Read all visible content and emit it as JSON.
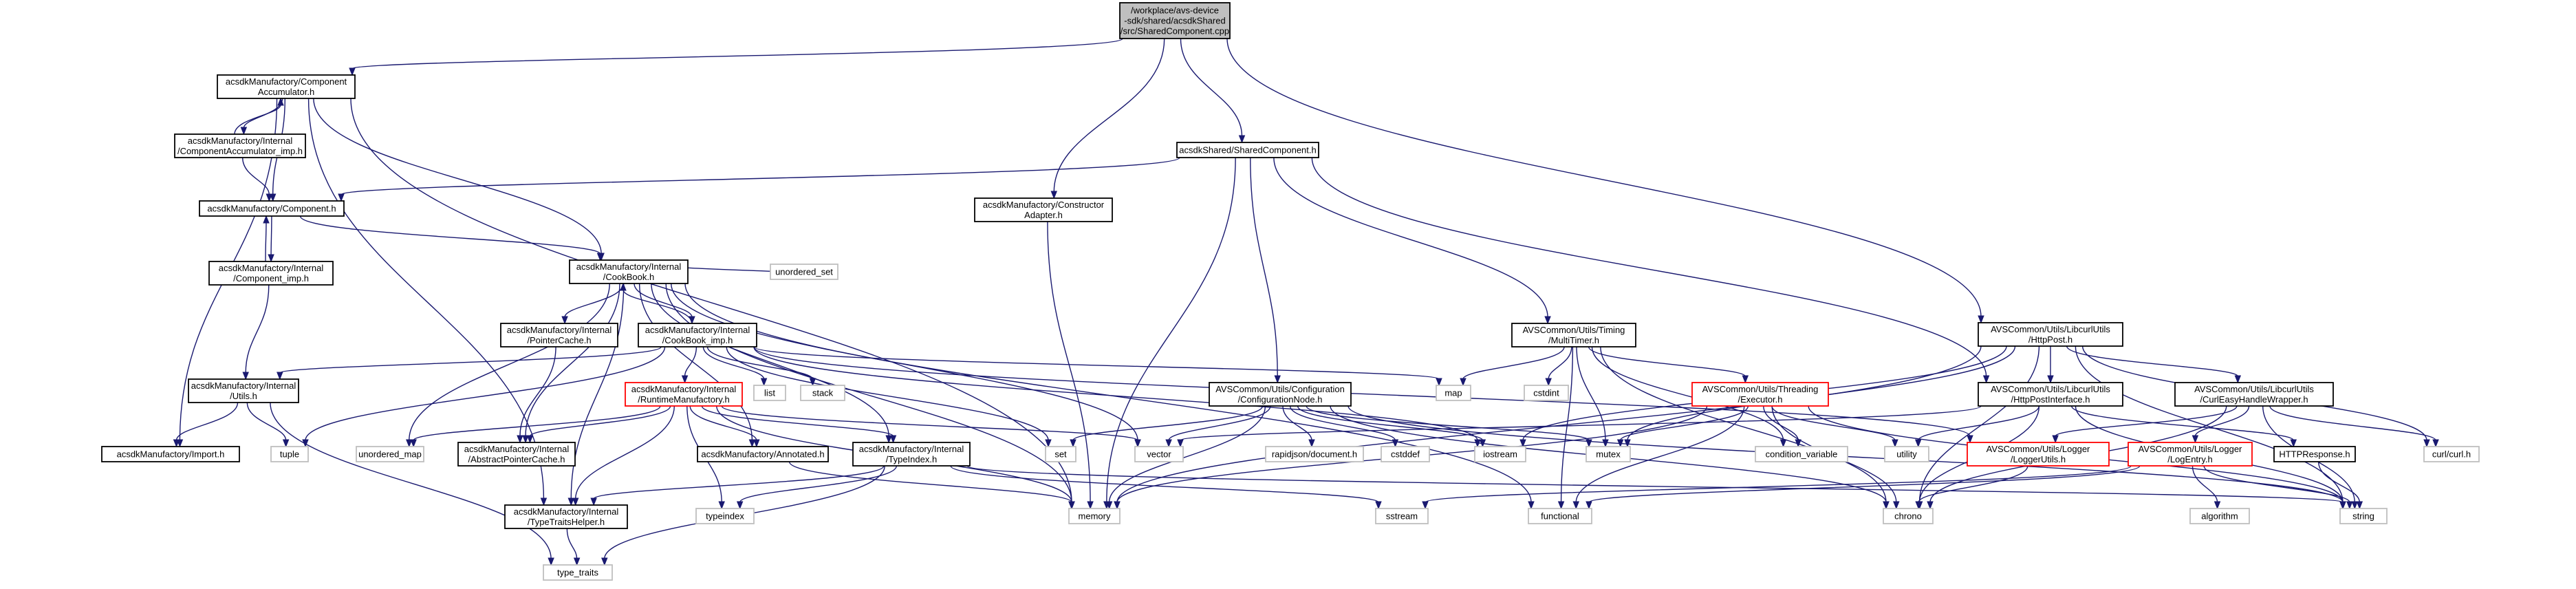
{
  "colors": {
    "edge": "#191970",
    "node_border": "#000000",
    "node_border_truncated": "#ff0000",
    "node_border_external": "#bfbfbf",
    "root_fill": "#bfbfbf",
    "node_fill": "#ffffff"
  },
  "nodes": [
    {
      "id": "root",
      "label": [
        "/workplace/avs-device",
        "-sdk/shared/acsdkShared",
        "/src/SharedComponent.cpp"
      ],
      "style": "root"
    },
    {
      "id": "compacc",
      "label": [
        "acsdkManufactory/Component",
        "Accumulator.h"
      ],
      "style": "normal"
    },
    {
      "id": "compacc_imp",
      "label": [
        "acsdkManufactory/Internal",
        "/ComponentAccumulator_imp.h"
      ],
      "style": "normal"
    },
    {
      "id": "comp",
      "label": [
        "acsdkManufactory/Component.h"
      ],
      "style": "normal"
    },
    {
      "id": "comp_imp",
      "label": [
        "acsdkManufactory/Internal",
        "/Component_imp.h"
      ],
      "style": "normal"
    },
    {
      "id": "utils",
      "label": [
        "acsdkManufactory/Internal",
        "/Utils.h"
      ],
      "style": "normal"
    },
    {
      "id": "import",
      "label": [
        "acsdkManufactory/Import.h"
      ],
      "style": "normal"
    },
    {
      "id": "cookbook",
      "label": [
        "acsdkManufactory/Internal",
        "/CookBook.h"
      ],
      "style": "normal"
    },
    {
      "id": "ptrcache",
      "label": [
        "acsdkManufactory/Internal",
        "/PointerCache.h"
      ],
      "style": "normal"
    },
    {
      "id": "cookbook_imp",
      "label": [
        "acsdkManufactory/Internal",
        "/CookBook_imp.h"
      ],
      "style": "normal"
    },
    {
      "id": "abscache",
      "label": [
        "acsdkManufactory/Internal",
        "/AbstractPointerCache.h"
      ],
      "style": "normal"
    },
    {
      "id": "runtime",
      "label": [
        "acsdkManufactory/Internal",
        "/RuntimeManufactory.h"
      ],
      "style": "truncated"
    },
    {
      "id": "annotated",
      "label": [
        "acsdkManufactory/Annotated.h"
      ],
      "style": "normal"
    },
    {
      "id": "typeindex_h",
      "label": [
        "acsdkManufactory/Internal",
        "/TypeIndex.h"
      ],
      "style": "normal"
    },
    {
      "id": "typetraits_h",
      "label": [
        "acsdkManufactory/Internal",
        "/TypeTraitsHelper.h"
      ],
      "style": "normal"
    },
    {
      "id": "ctoradapter",
      "label": [
        "acsdkManufactory/Constructor",
        "Adapter.h"
      ],
      "style": "normal"
    },
    {
      "id": "sharedcomp",
      "label": [
        "acsdkShared/SharedComponent.h"
      ],
      "style": "normal"
    },
    {
      "id": "confignode",
      "label": [
        "AVSCommon/Utils/Configuration",
        "/ConfigurationNode.h"
      ],
      "style": "normal"
    },
    {
      "id": "multitimer",
      "label": [
        "AVSCommon/Utils/Timing",
        "/MultiTimer.h"
      ],
      "style": "normal"
    },
    {
      "id": "executor",
      "label": [
        "AVSCommon/Utils/Threading",
        "/Executor.h"
      ],
      "style": "truncated"
    },
    {
      "id": "httppost",
      "label": [
        "AVSCommon/Utils/LibcurlUtils",
        "/HttpPost.h"
      ],
      "style": "normal"
    },
    {
      "id": "httppostif",
      "label": [
        "AVSCommon/Utils/LibcurlUtils",
        "/HttpPostInterface.h"
      ],
      "style": "normal"
    },
    {
      "id": "curleasy",
      "label": [
        "AVSCommon/Utils/LibcurlUtils",
        "/CurlEasyHandleWrapper.h"
      ],
      "style": "normal"
    },
    {
      "id": "loggerutils",
      "label": [
        "AVSCommon/Utils/Logger",
        "/LoggerUtils.h"
      ],
      "style": "truncated"
    },
    {
      "id": "logentry",
      "label": [
        "AVSCommon/Utils/Logger",
        "/LogEntry.h"
      ],
      "style": "truncated"
    },
    {
      "id": "httpresponse",
      "label": [
        "HTTPResponse.h"
      ],
      "style": "normal"
    },
    {
      "id": "unordered_set",
      "label": [
        "unordered_set"
      ],
      "style": "external"
    },
    {
      "id": "list",
      "label": [
        "list"
      ],
      "style": "external"
    },
    {
      "id": "stack",
      "label": [
        "stack"
      ],
      "style": "external"
    },
    {
      "id": "map",
      "label": [
        "map"
      ],
      "style": "external"
    },
    {
      "id": "cstdint",
      "label": [
        "cstdint"
      ],
      "style": "external"
    },
    {
      "id": "tuple",
      "label": [
        "tuple"
      ],
      "style": "external"
    },
    {
      "id": "unordered_map",
      "label": [
        "unordered_map"
      ],
      "style": "external"
    },
    {
      "id": "set",
      "label": [
        "set"
      ],
      "style": "external"
    },
    {
      "id": "vector",
      "label": [
        "vector"
      ],
      "style": "external"
    },
    {
      "id": "rapidjson",
      "label": [
        "rapidjson/document.h"
      ],
      "style": "external"
    },
    {
      "id": "cstddef",
      "label": [
        "cstddef"
      ],
      "style": "external"
    },
    {
      "id": "iostream",
      "label": [
        "iostream"
      ],
      "style": "external"
    },
    {
      "id": "mutex",
      "label": [
        "mutex"
      ],
      "style": "external"
    },
    {
      "id": "condvar",
      "label": [
        "condition_variable"
      ],
      "style": "external"
    },
    {
      "id": "utility",
      "label": [
        "utility"
      ],
      "style": "external"
    },
    {
      "id": "curl",
      "label": [
        "curl/curl.h"
      ],
      "style": "external"
    },
    {
      "id": "typeindex",
      "label": [
        "typeindex"
      ],
      "style": "external"
    },
    {
      "id": "memory",
      "label": [
        "memory"
      ],
      "style": "external"
    },
    {
      "id": "sstream",
      "label": [
        "sstream"
      ],
      "style": "external"
    },
    {
      "id": "functional",
      "label": [
        "functional"
      ],
      "style": "external"
    },
    {
      "id": "chrono",
      "label": [
        "chrono"
      ],
      "style": "external"
    },
    {
      "id": "string",
      "label": [
        "string"
      ],
      "style": "external"
    },
    {
      "id": "algorithm",
      "label": [
        "algorithm"
      ],
      "style": "external"
    },
    {
      "id": "type_traits",
      "label": [
        "type_traits"
      ],
      "style": "external"
    }
  ],
  "edges": [
    [
      "root",
      "compacc"
    ],
    [
      "root",
      "ctoradapter"
    ],
    [
      "root",
      "sharedcomp"
    ],
    [
      "root",
      "httppost"
    ],
    [
      "compacc",
      "compacc_imp"
    ],
    [
      "compacc",
      "comp"
    ],
    [
      "compacc",
      "cookbook"
    ],
    [
      "compacc",
      "import"
    ],
    [
      "compacc",
      "memory"
    ],
    [
      "compacc",
      "typetraits_h"
    ],
    [
      "compacc_imp",
      "compacc"
    ],
    [
      "compacc_imp",
      "comp"
    ],
    [
      "comp",
      "comp_imp"
    ],
    [
      "comp",
      "cookbook"
    ],
    [
      "comp_imp",
      "comp"
    ],
    [
      "comp_imp",
      "utils"
    ],
    [
      "utils",
      "import"
    ],
    [
      "utils",
      "tuple"
    ],
    [
      "utils",
      "type_traits"
    ],
    [
      "cookbook",
      "cookbook_imp"
    ],
    [
      "cookbook",
      "ptrcache"
    ],
    [
      "cookbook",
      "unordered_set"
    ],
    [
      "cookbook",
      "abscache"
    ],
    [
      "cookbook",
      "annotated"
    ],
    [
      "cookbook",
      "typeindex_h"
    ],
    [
      "cookbook",
      "typetraits_h"
    ],
    [
      "cookbook",
      "unordered_map"
    ],
    [
      "cookbook",
      "vector"
    ],
    [
      "cookbook",
      "functional"
    ],
    [
      "cookbook",
      "memory"
    ],
    [
      "ptrcache",
      "abscache"
    ],
    [
      "cookbook_imp",
      "cookbook"
    ],
    [
      "cookbook_imp",
      "utils"
    ],
    [
      "cookbook_imp",
      "runtime"
    ],
    [
      "cookbook_imp",
      "list"
    ],
    [
      "cookbook_imp",
      "stack"
    ],
    [
      "cookbook_imp",
      "map"
    ],
    [
      "cookbook_imp",
      "tuple"
    ],
    [
      "cookbook_imp",
      "set"
    ],
    [
      "cookbook_imp",
      "iostream"
    ],
    [
      "cookbook_imp",
      "loggerutils"
    ],
    [
      "runtime",
      "abscache"
    ],
    [
      "runtime",
      "annotated"
    ],
    [
      "runtime",
      "typeindex_h"
    ],
    [
      "runtime",
      "typetraits_h"
    ],
    [
      "runtime",
      "unordered_map"
    ],
    [
      "runtime",
      "vector"
    ],
    [
      "runtime",
      "typeindex"
    ],
    [
      "runtime",
      "memory"
    ],
    [
      "annotated",
      "memory"
    ],
    [
      "typeindex_h",
      "typetraits_h"
    ],
    [
      "typeindex_h",
      "typeindex"
    ],
    [
      "typeindex_h",
      "sstream"
    ],
    [
      "typeindex_h",
      "string"
    ],
    [
      "typeindex_h",
      "type_traits"
    ],
    [
      "typetraits_h",
      "type_traits"
    ],
    [
      "ctoradapter",
      "memory"
    ],
    [
      "sharedcomp",
      "comp"
    ],
    [
      "sharedcomp",
      "confignode"
    ],
    [
      "sharedcomp",
      "multitimer"
    ],
    [
      "sharedcomp",
      "httppostif"
    ],
    [
      "sharedcomp",
      "memory"
    ],
    [
      "confignode",
      "set"
    ],
    [
      "confignode",
      "vector"
    ],
    [
      "confignode",
      "rapidjson"
    ],
    [
      "confignode",
      "cstddef"
    ],
    [
      "confignode",
      "iostream"
    ],
    [
      "confignode",
      "mutex"
    ],
    [
      "confignode",
      "memory"
    ],
    [
      "confignode",
      "chrono"
    ],
    [
      "confignode",
      "string"
    ],
    [
      "multitimer",
      "map"
    ],
    [
      "multitimer",
      "cstdint"
    ],
    [
      "multitimer",
      "mutex"
    ],
    [
      "multitimer",
      "executor"
    ],
    [
      "multitimer",
      "condvar"
    ],
    [
      "multitimer",
      "functional"
    ],
    [
      "multitimer",
      "chrono"
    ],
    [
      "executor",
      "mutex"
    ],
    [
      "executor",
      "condvar"
    ],
    [
      "executor",
      "utility"
    ],
    [
      "executor",
      "functional"
    ],
    [
      "executor",
      "memory"
    ],
    [
      "executor",
      "chrono"
    ],
    [
      "executor",
      "string"
    ],
    [
      "httppost",
      "httppostif"
    ],
    [
      "httppost",
      "curleasy"
    ],
    [
      "httppost",
      "iostream"
    ],
    [
      "httppost",
      "mutex"
    ],
    [
      "httppost",
      "curl"
    ],
    [
      "httppost",
      "memory"
    ],
    [
      "httppost",
      "chrono"
    ],
    [
      "httppost",
      "string"
    ],
    [
      "httppostif",
      "vector"
    ],
    [
      "httppostif",
      "utility"
    ],
    [
      "httppostif",
      "httpresponse"
    ],
    [
      "httppostif",
      "chrono"
    ],
    [
      "httppostif",
      "string"
    ],
    [
      "curleasy",
      "loggerutils"
    ],
    [
      "curleasy",
      "logentry"
    ],
    [
      "curleasy",
      "curl"
    ],
    [
      "curleasy",
      "chrono"
    ],
    [
      "curleasy",
      "string"
    ],
    [
      "loggerutils",
      "chrono"
    ],
    [
      "logentry",
      "algorithm"
    ],
    [
      "logentry",
      "sstream"
    ],
    [
      "logentry",
      "functional"
    ],
    [
      "logentry",
      "string"
    ],
    [
      "httpresponse",
      "string"
    ]
  ]
}
